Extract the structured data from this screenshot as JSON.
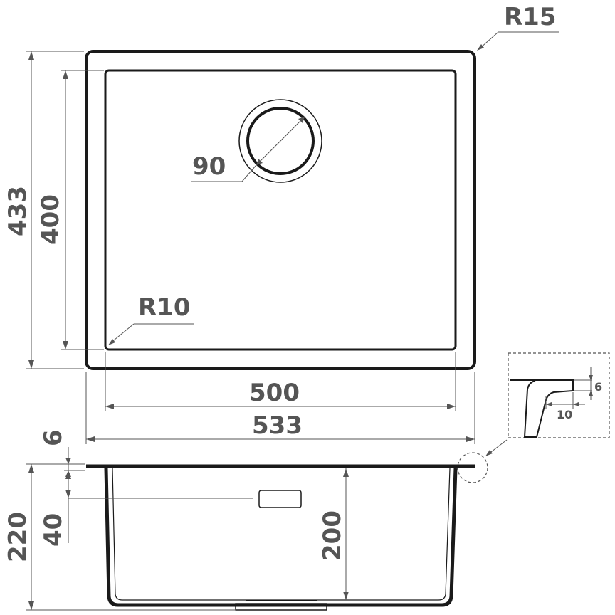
{
  "top_view": {
    "outer_radius_label": "R15",
    "inner_radius_label": "R10",
    "drain_diameter_label": "90",
    "outer_height_label": "433",
    "inner_height_label": "400",
    "inner_width_label": "500",
    "outer_width_label": "533"
  },
  "side_view": {
    "rim_thickness_label": "6",
    "overflow_offset_label": "40",
    "total_height_label": "220",
    "bowl_depth_label": "200"
  },
  "detail_view": {
    "thickness_label": "6",
    "width_label": "10"
  }
}
